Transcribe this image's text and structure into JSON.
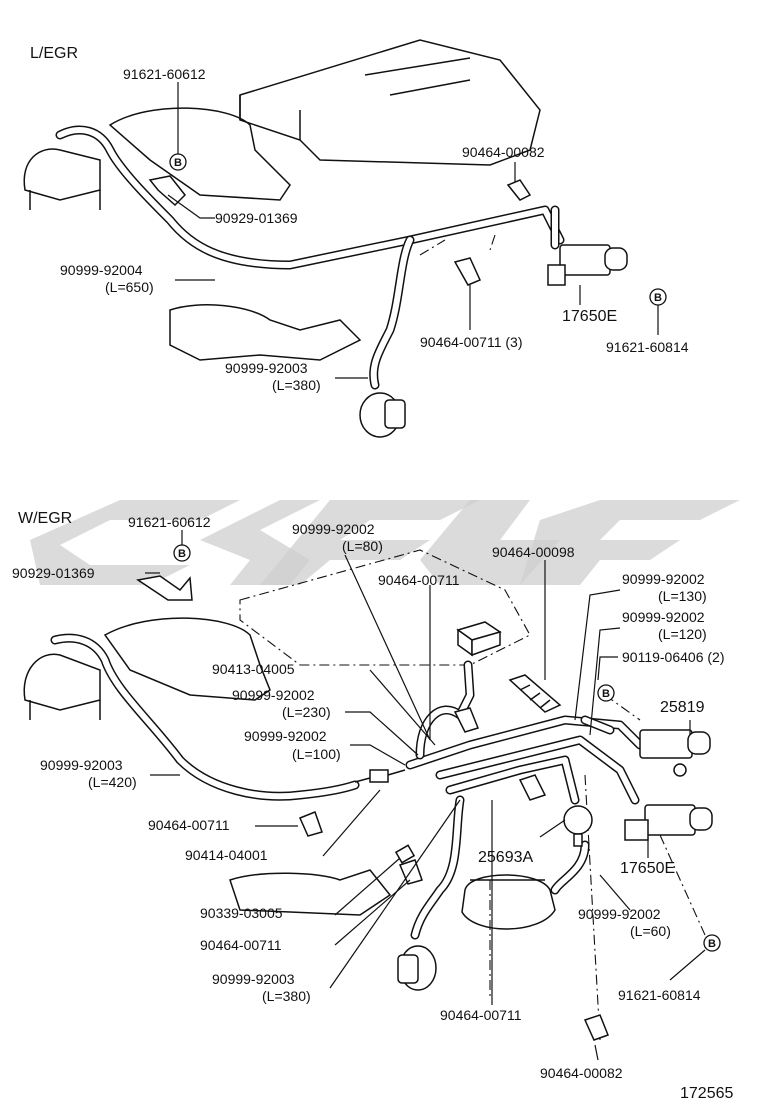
{
  "sections": {
    "top": "L/EGR",
    "bottom": "W/EGR"
  },
  "circle_mark": "B",
  "drawing_number": "172565",
  "top_labels": {
    "a": "91621-60612",
    "b": "90929-01369",
    "c": "90464-00082",
    "d": "90999-92004",
    "d_len": "(L=650)",
    "e": "17650E",
    "f": "91621-60814",
    "g": "90464-00711 (3)",
    "h": "90999-92003",
    "h_len": "(L=380)"
  },
  "bottom_labels": {
    "a": "91621-60612",
    "b": "90929-01369",
    "c": "90999-92002",
    "c_len": "(L=80)",
    "d": "90464-00711",
    "e": "90464-00098",
    "f": "90999-92002",
    "f_len": "(L=130)",
    "g": "90999-92002",
    "g_len": "(L=120)",
    "h": "90119-06406 (2)",
    "i": "25819",
    "j": "90413-04005",
    "k": "90999-92002",
    "k_len": "(L=230)",
    "l": "90999-92002",
    "l_len": "(L=100)",
    "m": "90999-92003",
    "m_len": "(L=420)",
    "n": "90464-00711",
    "o": "90414-04001",
    "p": "25693A",
    "q": "17650E",
    "r": "90339-03005",
    "s": "90999-92002",
    "s_len": "(L=60)",
    "t": "90464-00711",
    "u": "91621-60814",
    "v": "90999-92003",
    "v_len": "(L=380)",
    "w": "90464-00711",
    "x": "90464-00082"
  }
}
